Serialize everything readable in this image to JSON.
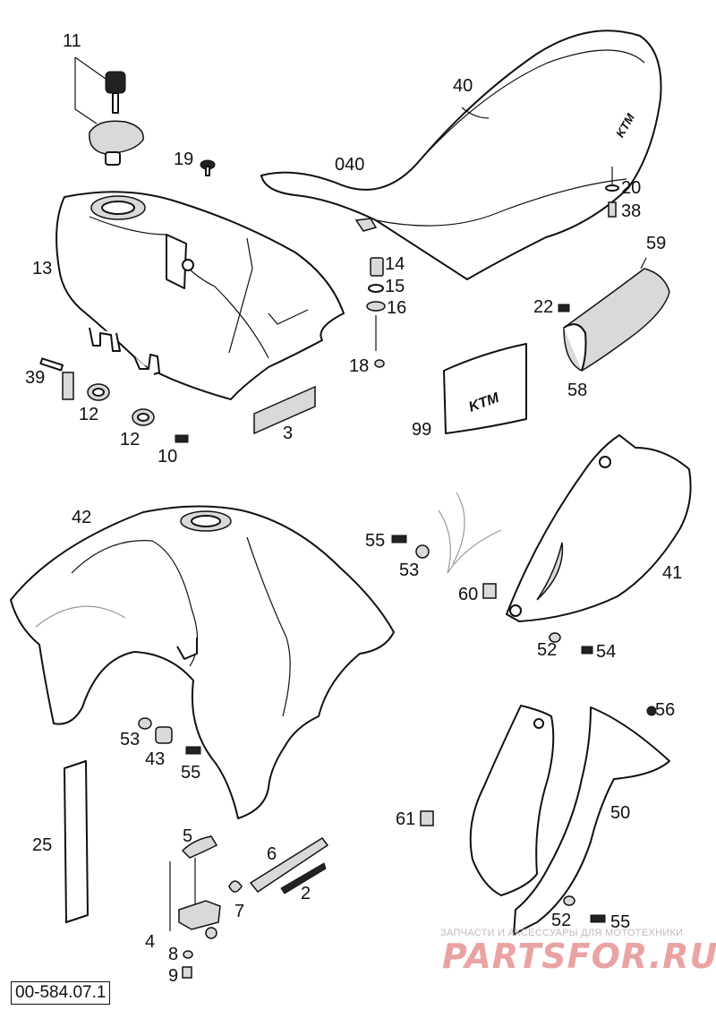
{
  "callouts": {
    "c1": "11",
    "c2": "19",
    "c3": "40",
    "c4": "040",
    "c5": "20",
    "c6": "38",
    "c7": "13",
    "c8": "14",
    "c9": "15",
    "c10": "16",
    "c11": "59",
    "c12": "22",
    "c13": "18",
    "c14": "58",
    "c15": "39",
    "c16": "12",
    "c17": "12",
    "c18": "3",
    "c19": "99",
    "c20": "10",
    "c21": "42",
    "c22": "55",
    "c23": "53",
    "c24": "41",
    "c25": "60",
    "c26": "52",
    "c27": "54",
    "c28": "53",
    "c29": "43",
    "c30": "55",
    "c31": "56",
    "c32": "50",
    "c33": "61",
    "c34": "25",
    "c35": "5",
    "c36": "6",
    "c37": "2",
    "c38": "7",
    "c39": "4",
    "c40": "8",
    "c41": "9",
    "c42": "52",
    "c43": "55"
  },
  "reference_code": "00-584.07.1",
  "logos": {
    "seat": "KTM",
    "flap": "KTM"
  },
  "watermark": {
    "tagline": "ЗАПЧАСТИ И АКСЕССУАРЫ ДЛЯ МОТОТЕХНИКИ",
    "brand": "PARTSFOR.RU"
  }
}
